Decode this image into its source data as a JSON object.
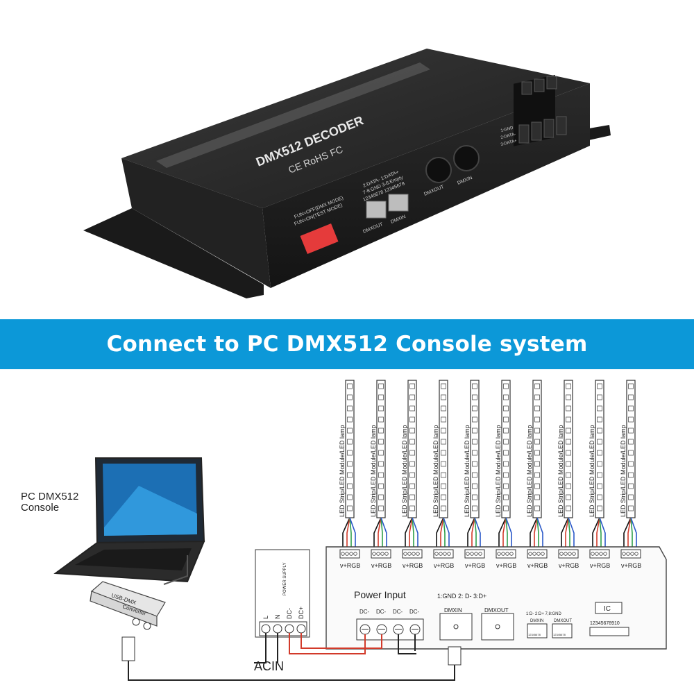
{
  "device": {
    "title": "DMX512 DECODER",
    "certs": "CE RoHS FC",
    "rj45_labels_line1": "2:DATA-  1:DATA+",
    "rj45_labels_line2": "7-8:GND 3-6:Empty",
    "rj45_labels_line3": "12345678 12345678",
    "port_dmxout": "DMXOUT",
    "port_dmxin": "DMXIN",
    "xlr_dmxout": "DMXOUT",
    "xlr_dmxin": "DMXIN",
    "fun_off": "FUN=OFF(DMX MODE)",
    "fun_on": "FUN=ON(TEST MODE)",
    "terminal_gnd": "1:GND",
    "terminal_data_minus": "2:DATA-",
    "terminal_data_plus": "3:DATA+"
  },
  "banner": {
    "text": "Connect to PC DMX512 Console system"
  },
  "diagram": {
    "console_label_line1": "PC  DMX512",
    "console_label_line2": "Console",
    "converter_label_line1": "USB-DMX",
    "converter_label_line2": "Converter",
    "strip_label": "LED Strip/LED Module/LED lamp",
    "strip_count": 10,
    "output_label": "v+RGB",
    "power_supply_label": "POWER SUPPLY",
    "psu_terminals": [
      "L",
      "N",
      "DC-",
      "DC+"
    ],
    "acin_label": "ACIN",
    "power_input_label": "Power Input",
    "power_terminals": [
      "DC-",
      "DC-",
      "DC-",
      "DC-"
    ],
    "pin_legend": "1:GND 2: D- 3:D+",
    "dmxin_label": "DMXIN",
    "dmxout_label": "DMXOUT",
    "rj45_legend": "1:D- 2:D+ 7,8:GND",
    "rj45_dmxin": "DMXIN",
    "rj45_dmxout": "DMXOUT",
    "rj45_pins": "12345678",
    "ic_label": "IC",
    "dip_numbers": "12345678910",
    "wire_colors": {
      "red": "#d23a2a",
      "green": "#2e9e4a",
      "blue": "#2a58c8",
      "black": "#111111"
    }
  }
}
